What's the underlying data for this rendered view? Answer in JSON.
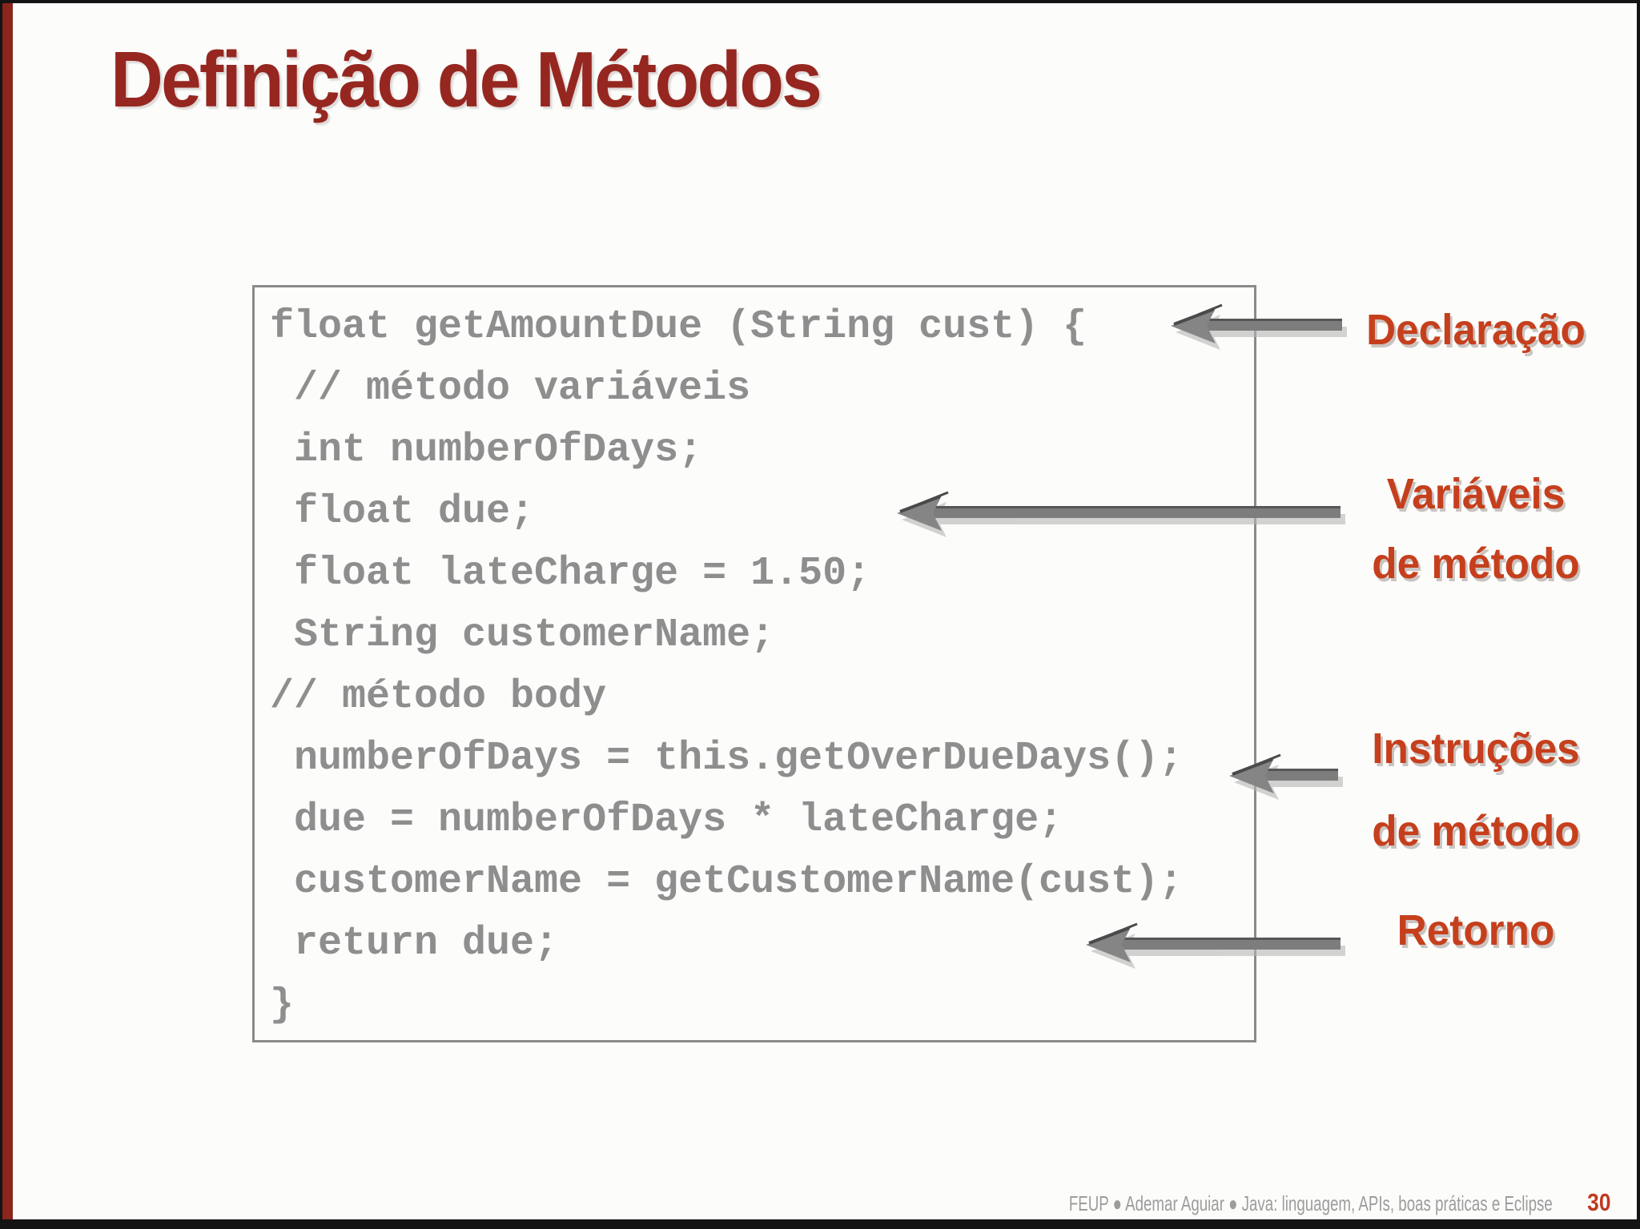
{
  "title": "Definição de Métodos",
  "code_text": "float getAmountDue (String cust) {\n // método variáveis\n int numberOfDays;\n float due;\n float lateCharge = 1.50;\n String customerName;\n// método body\n numberOfDays = this.getOverDueDays();\n due = numberOfDays * lateCharge;\n customerName = getCustomerName(cust);\n return due;\n}",
  "annotations": [
    {
      "id": "declaracao",
      "label": "Declaração",
      "icon": "arrow-left-icon",
      "points_to": "method declaration line"
    },
    {
      "id": "variaveis",
      "label": "Variáveis",
      "label2": "de método",
      "icon": "arrow-left-icon",
      "points_to": "method variable declarations"
    },
    {
      "id": "instrucoes",
      "label": "Instruções",
      "label2": "de método",
      "icon": "arrow-left-icon",
      "points_to": "method body statements"
    },
    {
      "id": "retorno",
      "label": "Retorno",
      "icon": "arrow-left-icon",
      "points_to": "return statement"
    }
  ],
  "footer": {
    "text": "FEUP ● Ademar Aguiar ● Java: linguagem, APIs, boas práticas e Eclipse",
    "page": "30"
  },
  "colors": {
    "title": "#952720",
    "left_bar": "#8b251d",
    "annotation_label": "#c63f1d",
    "code_text": "#8e8e8e",
    "code_box_border": "#8a8a8a",
    "arrow": "#7d7d7d",
    "footer_text": "#9c9c9c",
    "page_number": "#bf3a20",
    "background": "#fcfdfb",
    "frame": "#141414"
  }
}
